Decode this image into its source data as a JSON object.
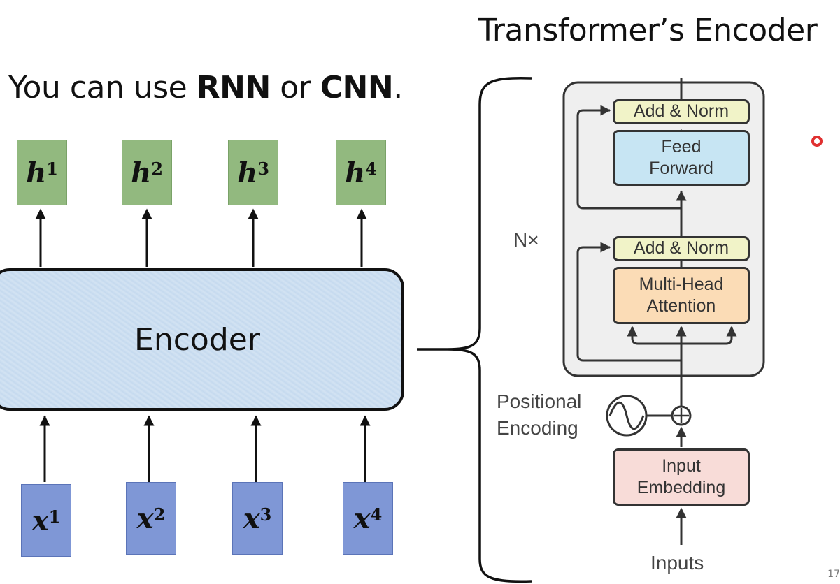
{
  "title": "Transformer’s Encoder",
  "subtitle": {
    "prefix": "You can use ",
    "rnn": "RNN",
    "middle": " or ",
    "cnn": "CNN",
    "suffix": "."
  },
  "outputs": [
    {
      "base": "h",
      "sup": "1"
    },
    {
      "base": "h",
      "sup": "2"
    },
    {
      "base": "h",
      "sup": "3"
    },
    {
      "base": "h",
      "sup": "4"
    }
  ],
  "inputs": [
    {
      "base": "x",
      "sup": "1"
    },
    {
      "base": "x",
      "sup": "2"
    },
    {
      "base": "x",
      "sup": "3"
    },
    {
      "base": "x",
      "sup": "4"
    }
  ],
  "encoder_label": "Encoder",
  "transformer": {
    "add_norm_top": "Add & Norm",
    "feed_forward": [
      "Feed",
      "Forward"
    ],
    "add_norm_bottom": "Add & Norm",
    "multi_head": [
      "Multi-Head",
      "Attention"
    ],
    "input_embedding": [
      "Input",
      "Embedding"
    ],
    "positional_encoding": [
      "Positional",
      "Encoding"
    ],
    "nx": "N×",
    "inputs_label": "Inputs"
  },
  "page_number": "17",
  "colors": {
    "output_box": "#92b97f",
    "input_box": "#7f97d6",
    "encoder_fill": "#cfe0f1",
    "add_norm": "#f1f3c8",
    "feed_forward": "#c7e5f3",
    "multi_head": "#fbdcb6",
    "input_embedding": "#f8dcd8",
    "encoder_layer_bg": "#efefef",
    "pointer": "#e03030"
  }
}
